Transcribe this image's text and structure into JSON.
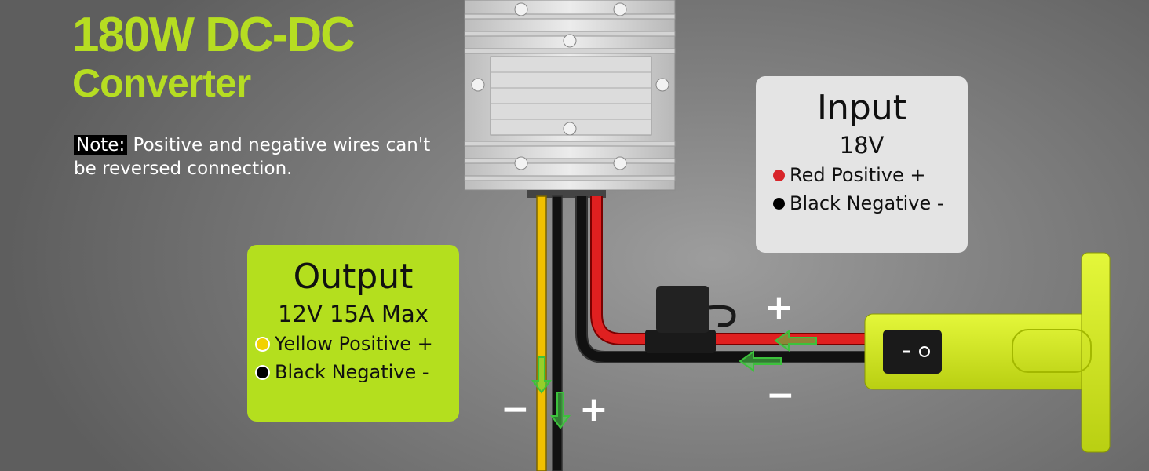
{
  "header": {
    "title_line1": "180W DC-DC",
    "title_line2": "Converter"
  },
  "note": {
    "tag": "Note:",
    "text": " Positive and negative wires can't be reversed connection."
  },
  "input": {
    "title": "Input",
    "voltage": "18V",
    "items": [
      {
        "label": "Red Positive +",
        "color": "#d8252a"
      },
      {
        "label": "Black Negative -",
        "color": "#000000"
      }
    ]
  },
  "output": {
    "title": "Output",
    "voltage": "12V 15A Max",
    "items": [
      {
        "label": "Yellow Positive +",
        "color": "#f2d100"
      },
      {
        "label": "Black Negative -",
        "color": "#000000"
      }
    ]
  },
  "signs": {
    "input_plus": "+",
    "input_minus": "−",
    "output_minus": "−",
    "output_plus": "+"
  },
  "colors": {
    "accent": "#b6dd22",
    "red_wire": "#e02020",
    "yellow_wire": "#f2c200",
    "arrow": "#4cd94c"
  }
}
